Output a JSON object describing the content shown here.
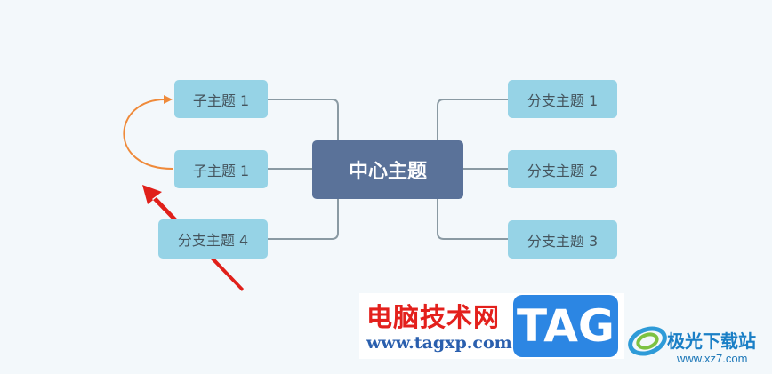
{
  "mindmap": {
    "center": {
      "label": "中心主题"
    },
    "left_nodes": [
      {
        "label": "子主题 1"
      },
      {
        "label": "子主题 1"
      },
      {
        "label": "分支主题 4"
      }
    ],
    "right_nodes": [
      {
        "label": "分支主题 1"
      },
      {
        "label": "分支主题 2"
      },
      {
        "label": "分支主题 3"
      }
    ]
  },
  "colors": {
    "background": "#f3f8fb",
    "node_fill": "#96d3e6",
    "center_fill": "#5a7299",
    "connector": "#8a9aa3",
    "relation_arrow": "#ef8a3a",
    "annotation_arrow": "#e0201a"
  },
  "watermark": {
    "title": "电脑技术网",
    "url": "www.tagxp.com",
    "badge": "TAG"
  },
  "site_logo": {
    "name": "极光下载站",
    "url": "www.xz7.com"
  }
}
